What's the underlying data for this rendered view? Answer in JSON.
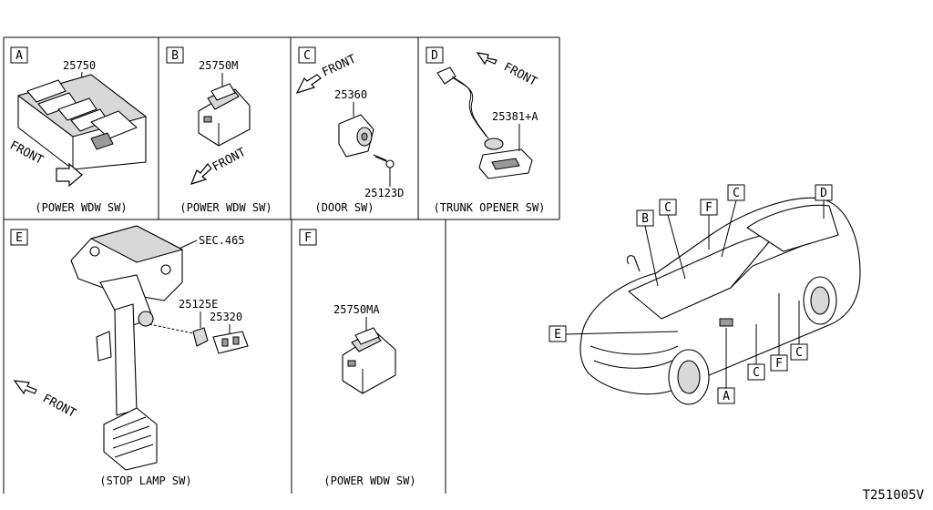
{
  "panels": {
    "a": {
      "letter": "A",
      "part_no": "25750",
      "front": "FRONT",
      "caption": "(POWER WDW SW)"
    },
    "b": {
      "letter": "B",
      "part_no": "25750M",
      "front": "FRONT",
      "caption": "(POWER WDW SW)"
    },
    "c": {
      "letter": "C",
      "part_no_switch": "25360",
      "part_no_screw": "25123D",
      "front": "FRONT",
      "caption": "(DOOR SW)"
    },
    "d": {
      "letter": "D",
      "part_no": "25381+A",
      "front": "FRONT",
      "caption": "(TRUNK OPENER SW)"
    },
    "e": {
      "letter": "E",
      "section_ref": "SEC.465",
      "part_no_clip": "25125E",
      "part_no_switch": "25320",
      "front": "FRONT",
      "caption": "(STOP LAMP SW)"
    },
    "f": {
      "letter": "F",
      "part_no": "25750MA",
      "caption": "(POWER WDW SW)"
    }
  },
  "vehicle_callouts": [
    "B",
    "C",
    "F",
    "C",
    "D",
    "E",
    "C",
    "F",
    "C",
    "A"
  ],
  "drawing_number": "T251005V"
}
